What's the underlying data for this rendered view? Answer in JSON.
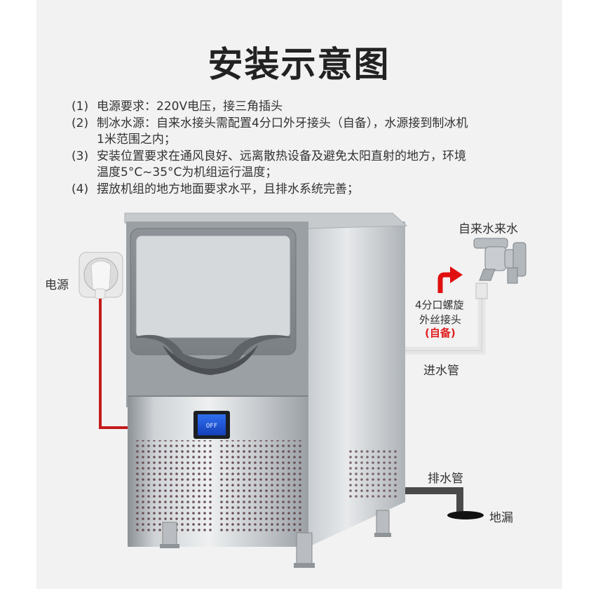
{
  "title": "安装示意图",
  "requirements": [
    {
      "num": "(1)",
      "lines": [
        "电源要求：220V电压，接三角插头"
      ]
    },
    {
      "num": "(2)",
      "lines": [
        "制冰水源：自来水接头需配置4分口外牙接头（自备），水源接到制冰机",
        "1米范围之内；"
      ]
    },
    {
      "num": "(3)",
      "lines": [
        "安装位置要求在通风良好、远离散热设备及避免太阳直射的地方，环境",
        "温度5°C~35°C为机组运行温度；"
      ]
    },
    {
      "num": "(4)",
      "lines": [
        "摆放机组的地方地面要求水平，且排水系统完善；"
      ]
    }
  ],
  "labels": {
    "power": "电源",
    "tap_water": "自来水来水",
    "connector_line1": "4分口螺旋",
    "connector_line2": "外丝接头",
    "connector_note": "(自备)",
    "inlet_pipe": "进水管",
    "drain_pipe": "排水管",
    "floor_drain": "地漏"
  },
  "display": {
    "text": "OFF"
  },
  "colors": {
    "power_cable": "#c41c1c",
    "arrow": "#e01010",
    "display": "#1a5ad8"
  }
}
